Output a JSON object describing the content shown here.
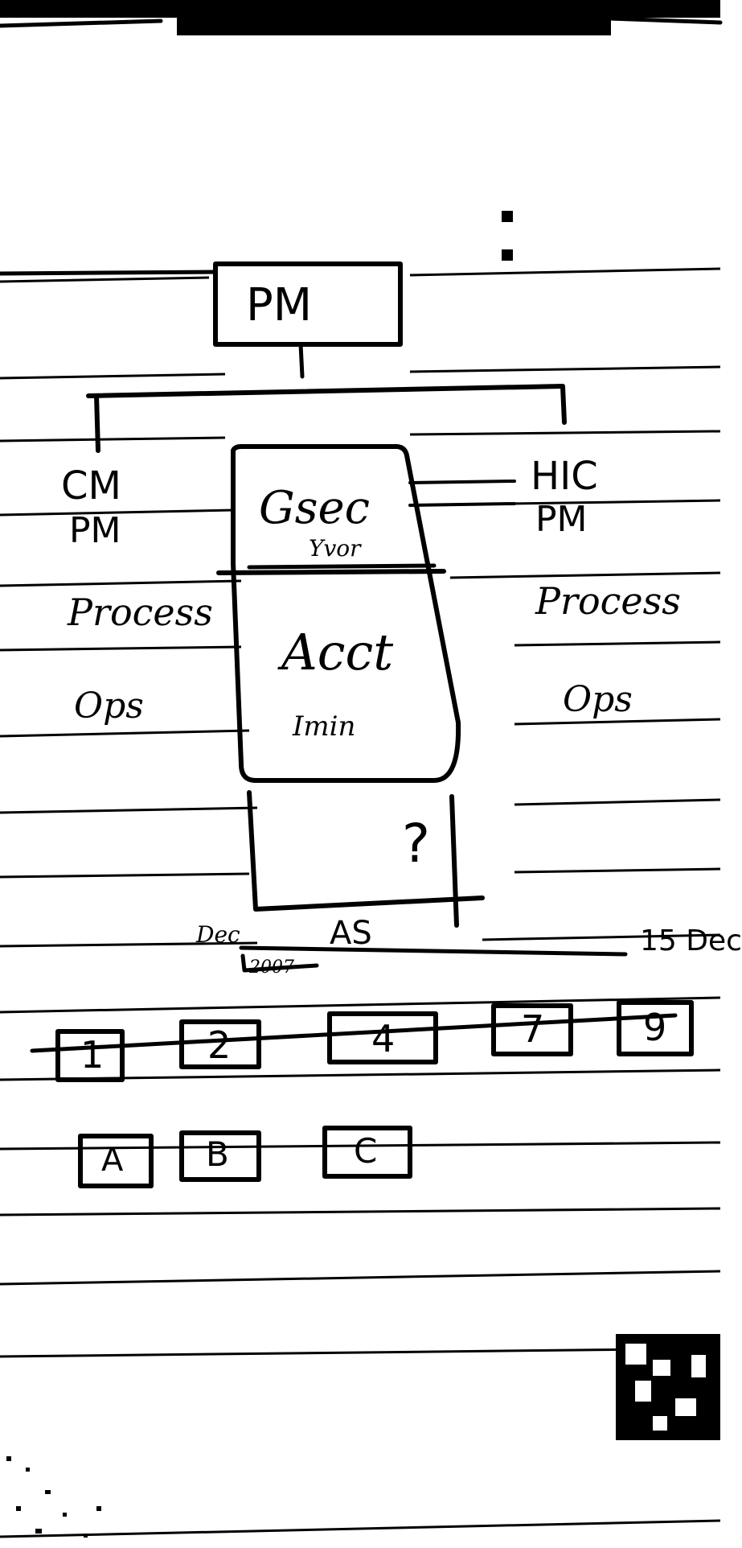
{
  "diagram": {
    "top_node": "PM",
    "left_column": {
      "title_line1": "CM",
      "title_line2": "PM",
      "line3": "Process",
      "line4": "Ops"
    },
    "right_column": {
      "title_line1": "HIC",
      "title_line2": "PM",
      "line3": "Process",
      "line4": "Ops"
    },
    "center_stack": {
      "top_label": "Gsec",
      "top_sublabel": "Yvor",
      "middle_label": "Acct",
      "middle_sublabel": "Imin",
      "bottom_label": "?"
    },
    "timeline": {
      "left_label": "Dec",
      "left_sublabel": "2007",
      "center_label": "AS",
      "right_label": "15 Dec"
    },
    "number_boxes": [
      "1",
      "2",
      "4",
      "7",
      "9"
    ],
    "letter_boxes": [
      "A",
      "B",
      "C"
    ]
  },
  "colors": {
    "ink": "#000000",
    "paper": "#ffffff"
  }
}
